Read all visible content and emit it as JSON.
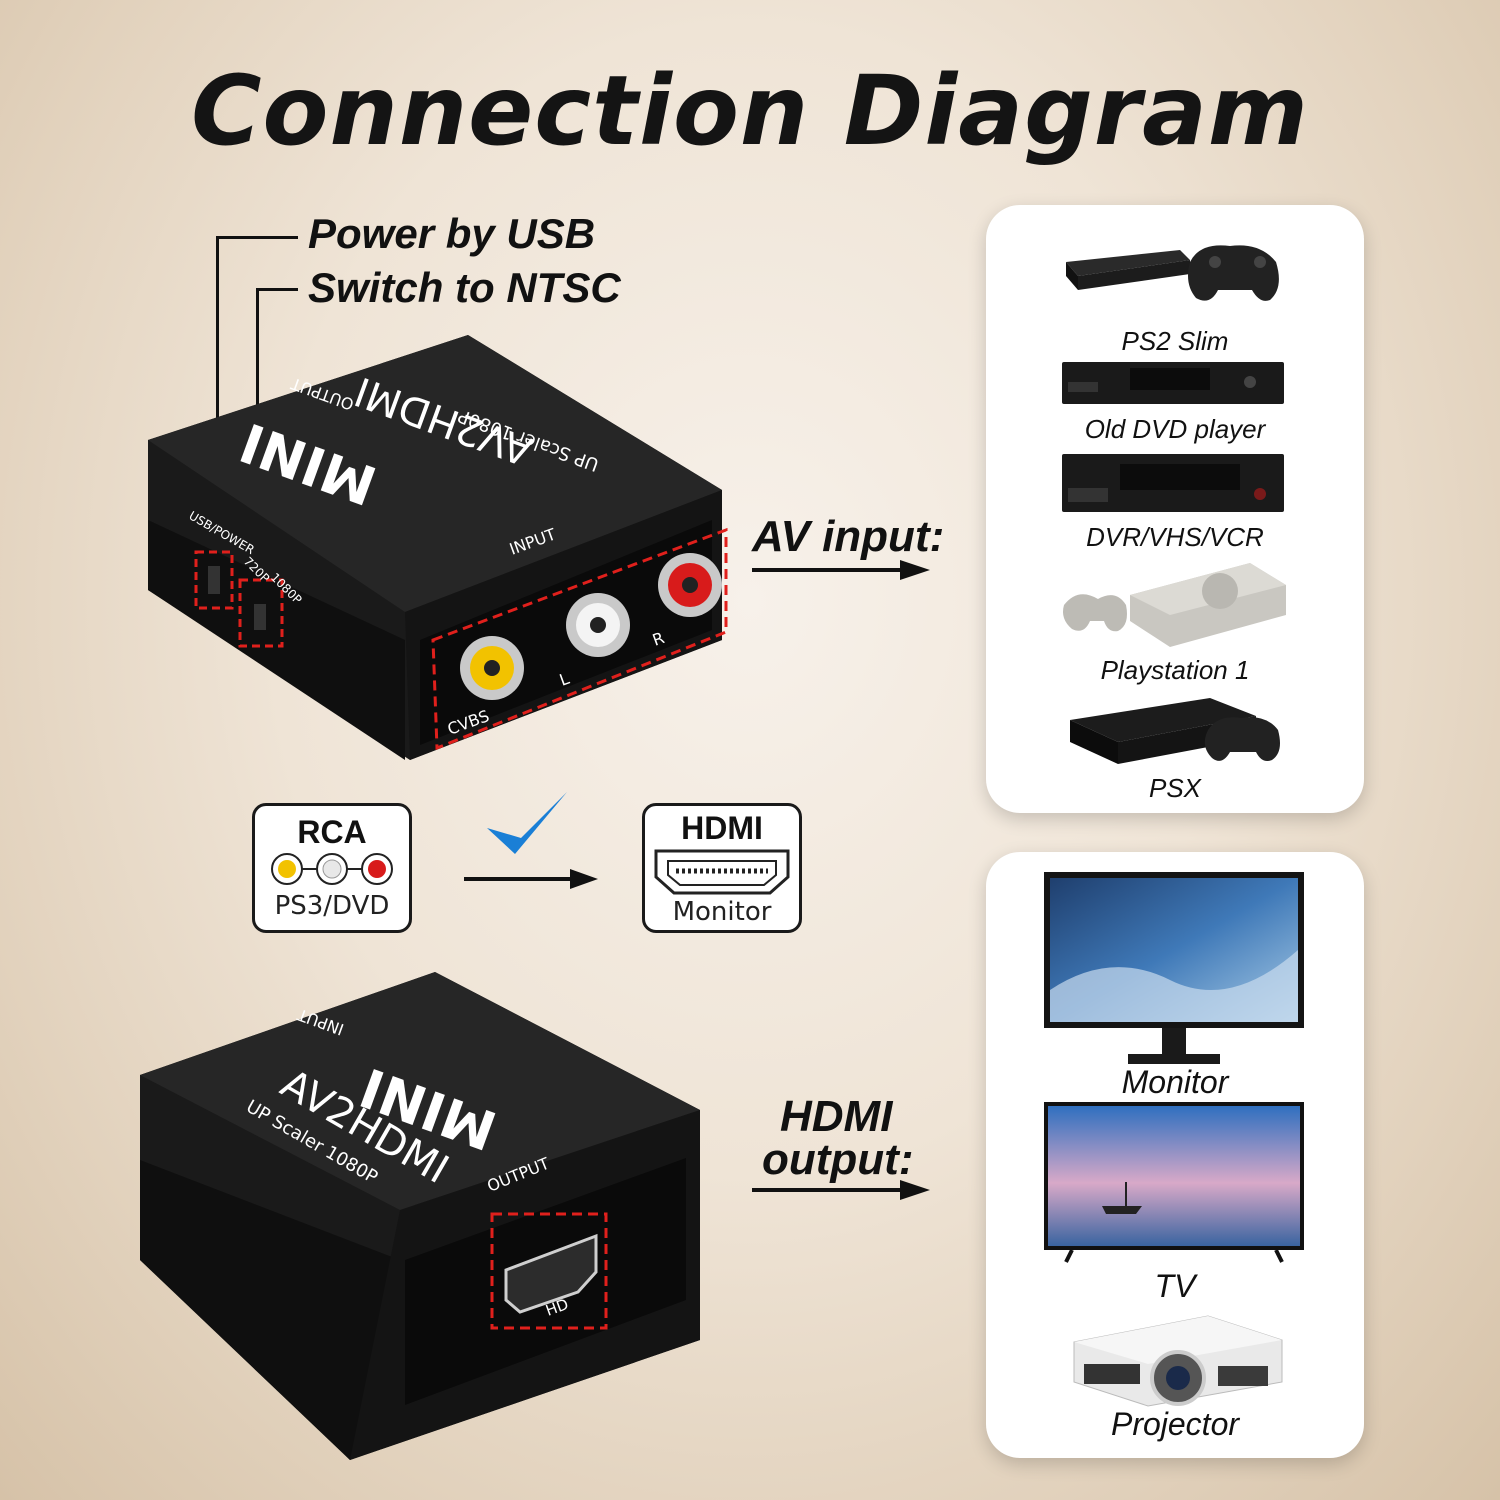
{
  "title": "Connection Diagram",
  "callouts": {
    "power": "Power by USB",
    "switch": "Switch to NTSC"
  },
  "av_input_label": "AV input:",
  "hdmi_output_label": {
    "line1": "HDMI",
    "line2": "output:"
  },
  "converter_top": {
    "brand": "MINI",
    "model": "AV2HDMI",
    "scaler": "UP Scaler 1080P",
    "output_port_label": "OUTPUT",
    "input_label": "INPUT",
    "usb_label": "USB/POWER",
    "switch_720": "720P",
    "switch_1080": "1080P",
    "port_cvbs": "CVBS",
    "port_l": "L",
    "port_r": "R"
  },
  "converter_bottom": {
    "brand": "MINI",
    "model": "AV2HDMI",
    "scaler": "UP Scaler 1080P",
    "input_label": "INPUT",
    "output_label": "OUTPUT",
    "hdmi_port_label": "HD"
  },
  "rca_box": {
    "title": "RCA",
    "subtitle": "PS3/DVD"
  },
  "hdmi_box": {
    "title": "HDMI",
    "subtitle": "Monitor"
  },
  "input_devices": [
    {
      "label": "PS2 Slim",
      "icon": "ps2-slim-console-icon"
    },
    {
      "label": "Old DVD player",
      "icon": "dvd-player-icon"
    },
    {
      "label": "DVR/VHS/VCR",
      "icon": "vcr-icon"
    },
    {
      "label": "Playstation 1",
      "icon": "playstation-1-icon"
    },
    {
      "label": "PSX",
      "icon": "psx-console-icon"
    }
  ],
  "output_devices": [
    {
      "label": "Monitor",
      "icon": "monitor-icon"
    },
    {
      "label": "TV",
      "icon": "tv-icon"
    },
    {
      "label": "Projector",
      "icon": "projector-icon"
    }
  ],
  "colors": {
    "highlight": "#e0201c",
    "checkmark": "#1a7fd6",
    "device_body": "#161616",
    "rca_yellow": "#f2c200",
    "rca_red": "#d81b1b"
  }
}
